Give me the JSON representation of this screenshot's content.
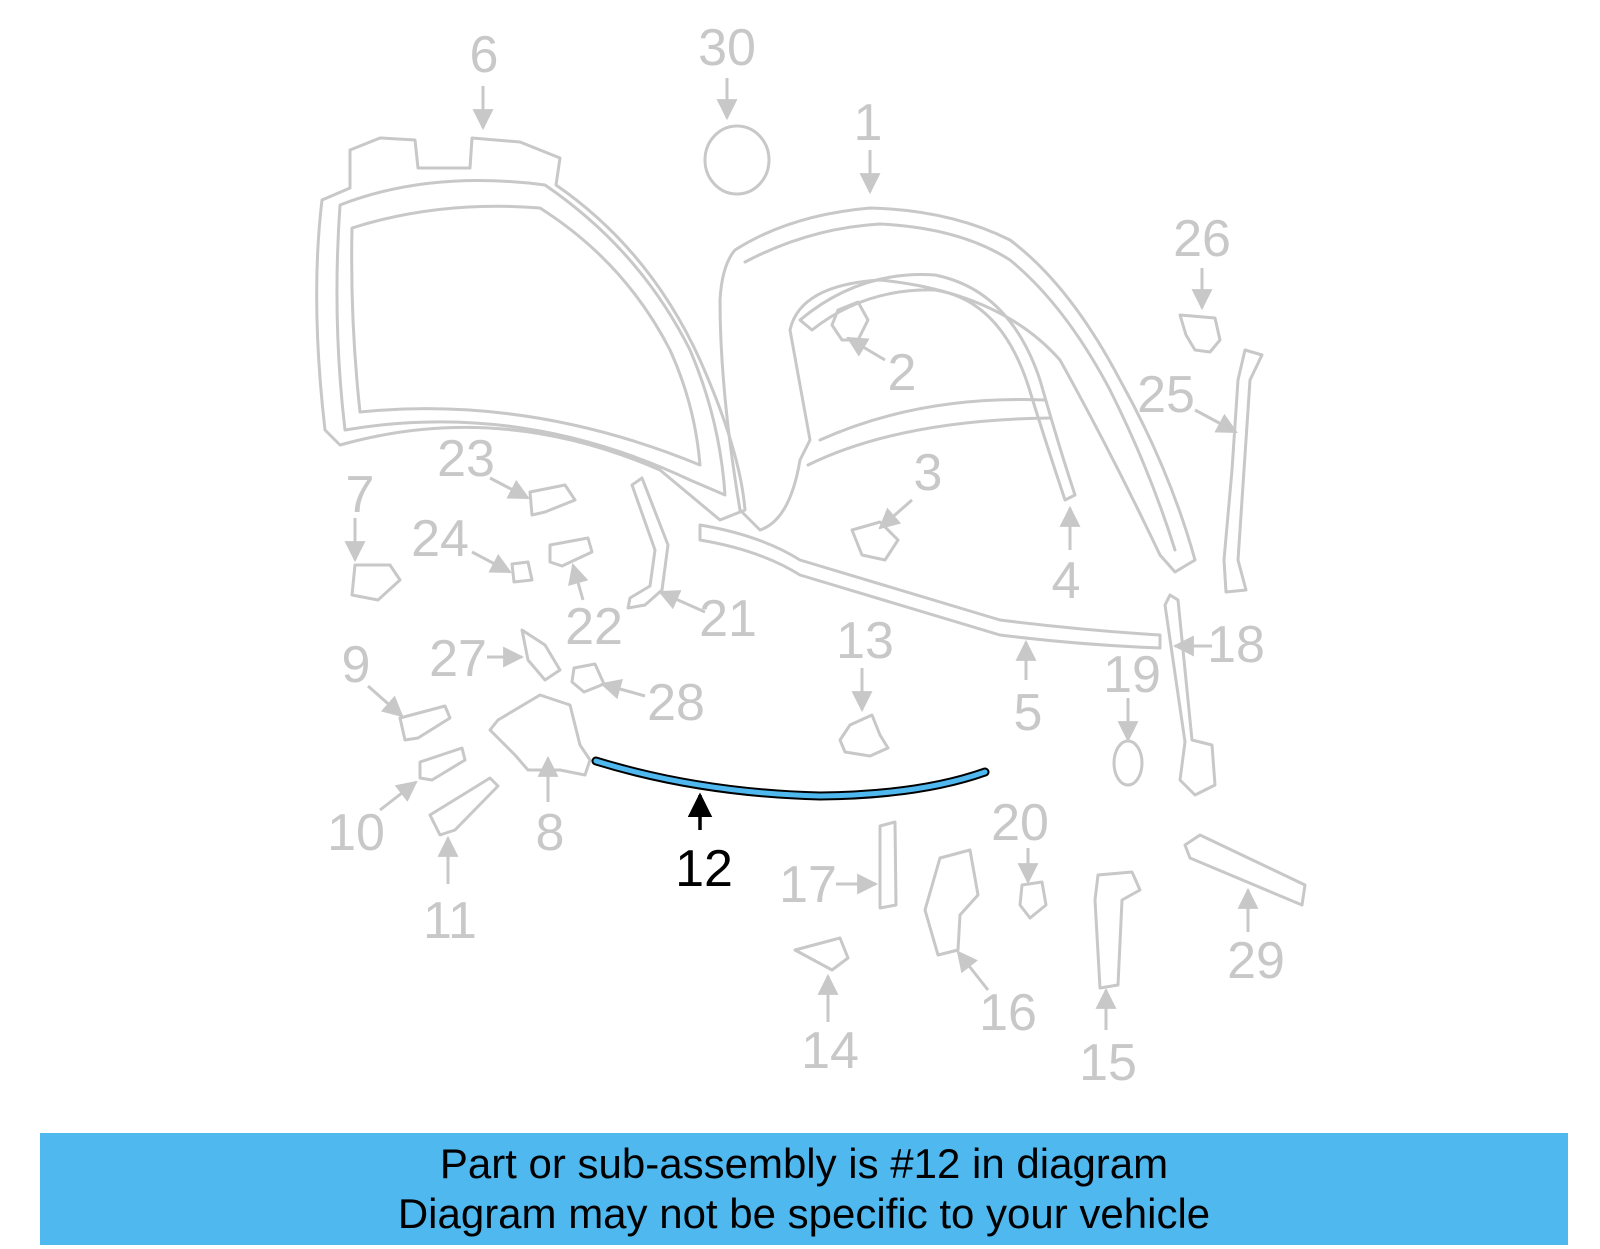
{
  "banner": {
    "line1": "Part or sub-assembly is #12 in diagram",
    "line2": "Diagram may not be specific to your vehicle",
    "background": "#4fb8ee"
  },
  "diagram": {
    "highlighted_part": "12",
    "highlight_color": "#4fb8ee",
    "part_color": "#c8c8c8",
    "callouts": [
      "1",
      "2",
      "3",
      "4",
      "5",
      "6",
      "7",
      "8",
      "9",
      "10",
      "11",
      "12",
      "13",
      "14",
      "15",
      "16",
      "17",
      "18",
      "19",
      "20",
      "21",
      "22",
      "23",
      "24",
      "25",
      "26",
      "27",
      "28",
      "29",
      "30"
    ]
  }
}
